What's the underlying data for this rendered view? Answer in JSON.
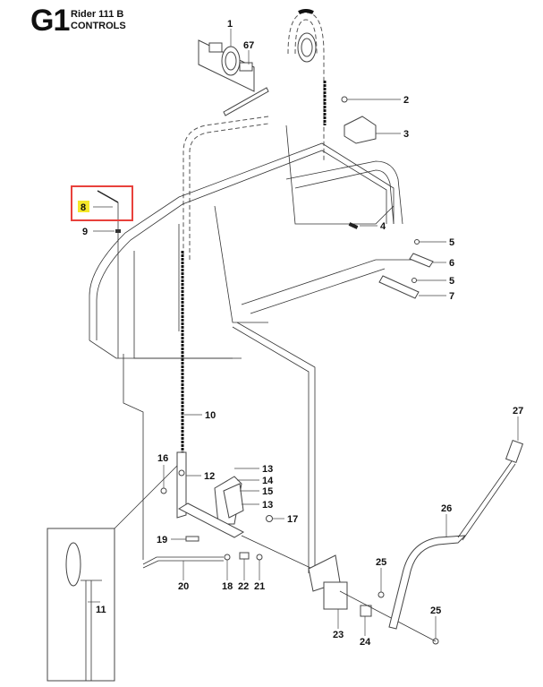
{
  "header": {
    "section_code": "G1",
    "model": "Rider 111 B",
    "section_title": "CONTROLS"
  },
  "highlight": {
    "part": "8",
    "box_color": "#e8413c",
    "label_bg": "#f5e82a"
  },
  "callouts": [
    {
      "id": "1",
      "label": "1"
    },
    {
      "id": "67",
      "label": "67"
    },
    {
      "id": "2",
      "label": "2"
    },
    {
      "id": "3",
      "label": "3"
    },
    {
      "id": "4",
      "label": "4"
    },
    {
      "id": "5a",
      "label": "5"
    },
    {
      "id": "6",
      "label": "6"
    },
    {
      "id": "5b",
      "label": "5"
    },
    {
      "id": "7",
      "label": "7"
    },
    {
      "id": "8",
      "label": "8"
    },
    {
      "id": "9",
      "label": "9"
    },
    {
      "id": "10",
      "label": "10"
    },
    {
      "id": "11",
      "label": "11"
    },
    {
      "id": "12",
      "label": "12"
    },
    {
      "id": "13a",
      "label": "13"
    },
    {
      "id": "14",
      "label": "14"
    },
    {
      "id": "15",
      "label": "15"
    },
    {
      "id": "13b",
      "label": "13"
    },
    {
      "id": "16",
      "label": "16"
    },
    {
      "id": "17",
      "label": "17"
    },
    {
      "id": "18",
      "label": "18"
    },
    {
      "id": "19",
      "label": "19"
    },
    {
      "id": "20",
      "label": "20"
    },
    {
      "id": "21",
      "label": "21"
    },
    {
      "id": "22",
      "label": "22"
    },
    {
      "id": "23",
      "label": "23"
    },
    {
      "id": "24",
      "label": "24"
    },
    {
      "id": "25a",
      "label": "25"
    },
    {
      "id": "25b",
      "label": "25"
    },
    {
      "id": "26",
      "label": "26"
    },
    {
      "id": "27",
      "label": "27"
    }
  ]
}
